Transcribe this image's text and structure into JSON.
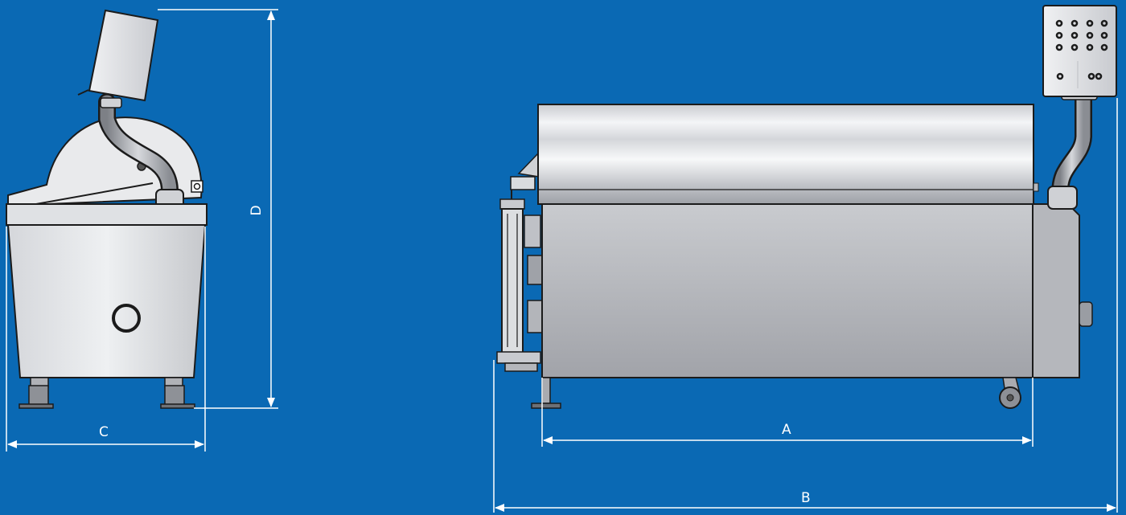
{
  "dimensions": {
    "a": "A",
    "b": "B",
    "c": "C",
    "d": "D"
  },
  "views": [
    "side-view",
    "front-view"
  ],
  "colors": {
    "background": "#0a69b4",
    "dimension_lines": "#ffffff",
    "body_light": "#e6e7ea",
    "body_mid": "#b9bbc0",
    "body_dark": "#8d9096",
    "outline": "#1b1b1b"
  },
  "icons": {
    "control_box": "control-panel-icon",
    "caster": "caster-wheel-icon",
    "port": "round-port-icon"
  }
}
